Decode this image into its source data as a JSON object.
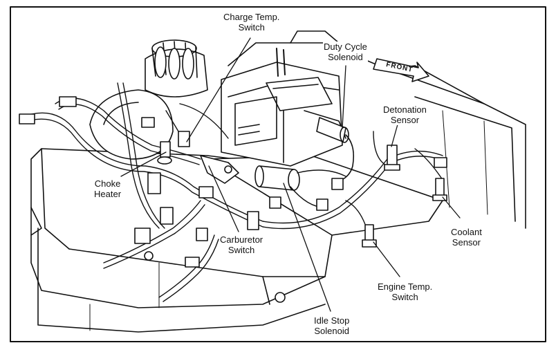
{
  "direction_label": "FRONT",
  "labels": {
    "charge_temp": [
      "Charge Temp.",
      "Switch"
    ],
    "duty_cycle": [
      "Duty Cycle",
      "Solenoid"
    ],
    "detonation": [
      "Detonation",
      "Sensor"
    ],
    "choke": [
      "Choke",
      "Heater"
    ],
    "coolant": [
      "Coolant",
      "Sensor"
    ],
    "carb_switch": [
      "Carburetor",
      "Switch"
    ],
    "engine_temp": [
      "Engine Temp.",
      "Switch"
    ],
    "idle_stop": [
      "Idle Stop",
      "Solenoid"
    ]
  }
}
